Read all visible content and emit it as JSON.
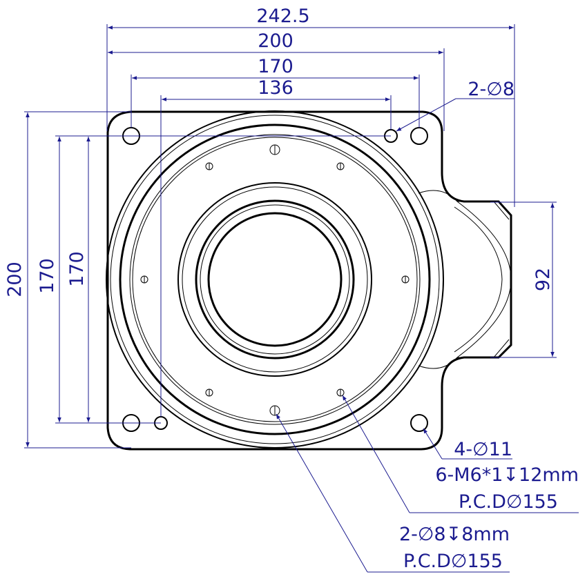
{
  "dimensions": {
    "overall_width": "242.5",
    "plate_width": "200",
    "bolt_spacing_outer": "170",
    "bolt_spacing_inner": "136",
    "plate_height": "200",
    "bolt_height_left": "170",
    "bolt_height_right": "170",
    "tab_height": "92"
  },
  "callouts": {
    "small_holes": "2-∅8",
    "corner_holes": "4-∅11",
    "tapped_holes": "6-M6*1↧12mm",
    "tapped_pcd": "P.C.D∅155",
    "pin_holes": "2-∅8↧8mm",
    "pin_pcd": "P.C.D∅155"
  },
  "colors": {
    "dimension": "#1b1b8f",
    "part": "#000000"
  }
}
